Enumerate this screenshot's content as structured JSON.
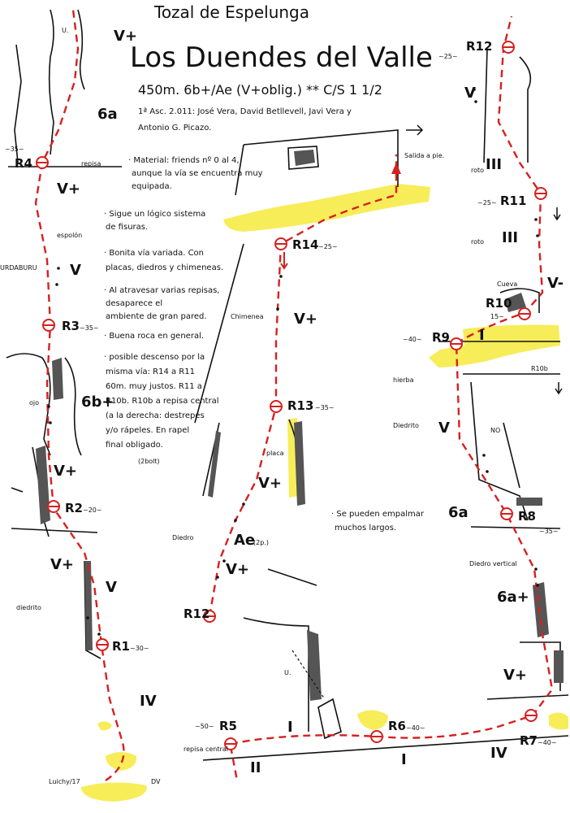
{
  "header": {
    "crag": "Tozal de Espelunga",
    "route_name": "Los Duendes del Valle",
    "stats": "450m. 6b+/Ae (V+oblig.) ** C/S 1 1/2",
    "first_ascent_line1": "1ª Asc. 2.011: José Vera, David Betllevell, Javi Vera y",
    "first_ascent_line2": "Antonio G. Picazo."
  },
  "notes": [
    "· Material: friends nº 0 al 4,",
    "aunque la vía se encuentra muy",
    "equipada.",
    "· Sigue un lógico sistema",
    "de fisuras.",
    "· Bonita vía variada. Con",
    "placas, diedros y chimeneas.",
    "· Al atravesar varias repisas,",
    "desaparece el",
    "ambiente de gran pared.",
    "· Buena roca en general.",
    "· posible descenso por la",
    "misma vía: R14 a R11",
    "60m. muy justos. R11 a",
    "R10b. R10b a repisa central",
    "(a la derecha: destrepes",
    "y/o rápeles. En rapel",
    "final obligado."
  ],
  "right_note": [
    "· Se pueden empalmar",
    "muchos largos."
  ],
  "belays": {
    "R1": "R1",
    "R2": "R2",
    "R3": "R3",
    "R4": "R4",
    "R5": "R5",
    "R6": "R6",
    "R7": "R7",
    "R8": "R8",
    "R9": "R9",
    "R10": "R10",
    "R10b": "R10b",
    "R11": "R11",
    "R12_top": "R12",
    "R12_mid": "R12",
    "R13": "R13",
    "R14": "R14"
  },
  "pitch_lengths": {
    "R1": "~30~",
    "R2": "~20~",
    "R3": "~35~",
    "R4": "~35~",
    "R5": "~50~",
    "R6": "~40~",
    "R7": "~40~",
    "R8": "~35~",
    "R9": "~40~",
    "R10": "15~",
    "R11": "~25~",
    "R12": "~25~",
    "R13": "~35~",
    "R14": "~25~"
  },
  "grades": {
    "g_top_v_plus": "V+",
    "g_6a_top": "6a",
    "g_r4_v_plus": "V+",
    "g_v_mid": "V",
    "g_6b_plus": "6b+",
    "g_v_plus_r2": "V+",
    "g_v_plus_r1": "V+",
    "g_v_r1": "V",
    "g_iv": "IV",
    "g_ii": "II",
    "g_i_r5": "I",
    "g_i_r6": "I",
    "g_iv_r7": "IV",
    "g_v_plus_r7": "V+",
    "g_6a_plus": "6a+",
    "g_6a_r8": "6a",
    "g_v_r9": "V",
    "g_i_r9": "I",
    "g_v_minus": "V-",
    "g_iii_1": "III",
    "g_iii_2": "III",
    "g_v_top_right": "V",
    "g_v_plus_r14": "V+",
    "g_v_plus_r13": "V+",
    "g_ae": "Ae",
    "g_ae_note": "(2p.)",
    "g_v_plus_r12": "V+"
  },
  "labels": {
    "repisa_top": "repisa",
    "espolon": "espolón",
    "urdabiru": "URDABURU",
    "ojo": "ojo",
    "diedrito_left": "diedrito",
    "luichy": "Luichy/17",
    "dv": "DV",
    "repisa_central": "repisa central",
    "salida": "Salida a pie.",
    "chimenea": "Chimenea",
    "placa": "placa",
    "diedro": "Diedro",
    "hierba": "hierba",
    "diedrito_right": "Diedrito",
    "diedro_vertical": "Diedro vertical",
    "cueva": "Cueva",
    "roto_1": "roto",
    "roto_2": "roto",
    "u_top": "U.",
    "u_bottom": "U.",
    "bolts_2": "(2bolt)",
    "no": "NO"
  },
  "colors": {
    "route": "#d62020",
    "highlight": "#f4ea3c",
    "ink": "#111111"
  }
}
